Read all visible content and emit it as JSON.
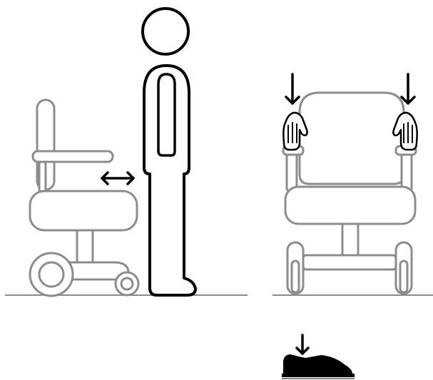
{
  "figure": {
    "panels": [
      "side-view-standing-beside-chair",
      "front-view-hands-on-armrests",
      "shoe-pressing-down"
    ],
    "colors": {
      "chair": "#8c8c8c",
      "person": "#000000",
      "background": "#ffffff",
      "ground": "#8c8c8c"
    },
    "icons": [
      "person-icon",
      "wheelchair-side-icon",
      "wheelchair-front-icon",
      "hand-icon",
      "shoe-icon",
      "double-arrow-icon",
      "down-arrow-icon"
    ]
  }
}
